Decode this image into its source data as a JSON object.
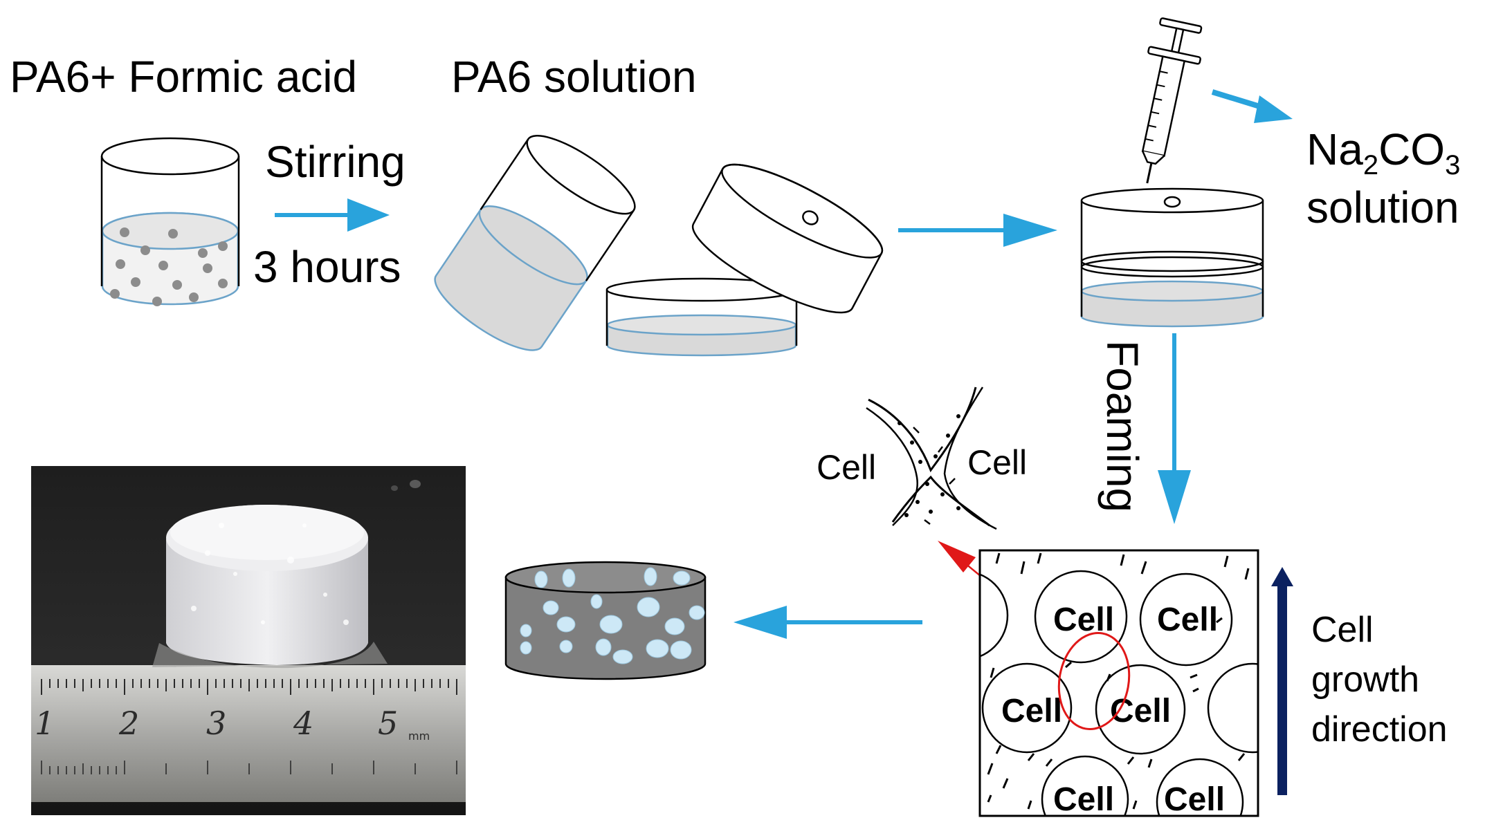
{
  "colors": {
    "arrow_blue": "#29A3DC",
    "dir_arrow": "#0B2160",
    "solution_gray": "#D9D9D9",
    "solution_edge": "#6BA3C9",
    "particle": "#8C8C8C",
    "highlight": "#E01818",
    "bubble": "#CDE8F6",
    "foam_dark": "#7F7F7F"
  },
  "labels": {
    "step1": "PA6+ Formic acid",
    "step2": "PA6 solution",
    "stirring": "Stirring",
    "stir_time": "3 hours",
    "na2co3_prefix": "Na",
    "na2co3_sub1": "2",
    "na2co3_mid": "CO",
    "na2co3_sub2": "3",
    "na2co3_solution": "solution",
    "foaming": "Foaming",
    "cell": "Cell",
    "growth_line1": "Cell",
    "growth_line2": "growth",
    "growth_line3": "direction"
  },
  "ruler": {
    "numbers": [
      "1",
      "2",
      "3",
      "4",
      "5"
    ],
    "mm": "mm"
  },
  "icons": [
    "syringe-icon",
    "beaker-icon",
    "petri-dish-icon",
    "mold-icon"
  ]
}
